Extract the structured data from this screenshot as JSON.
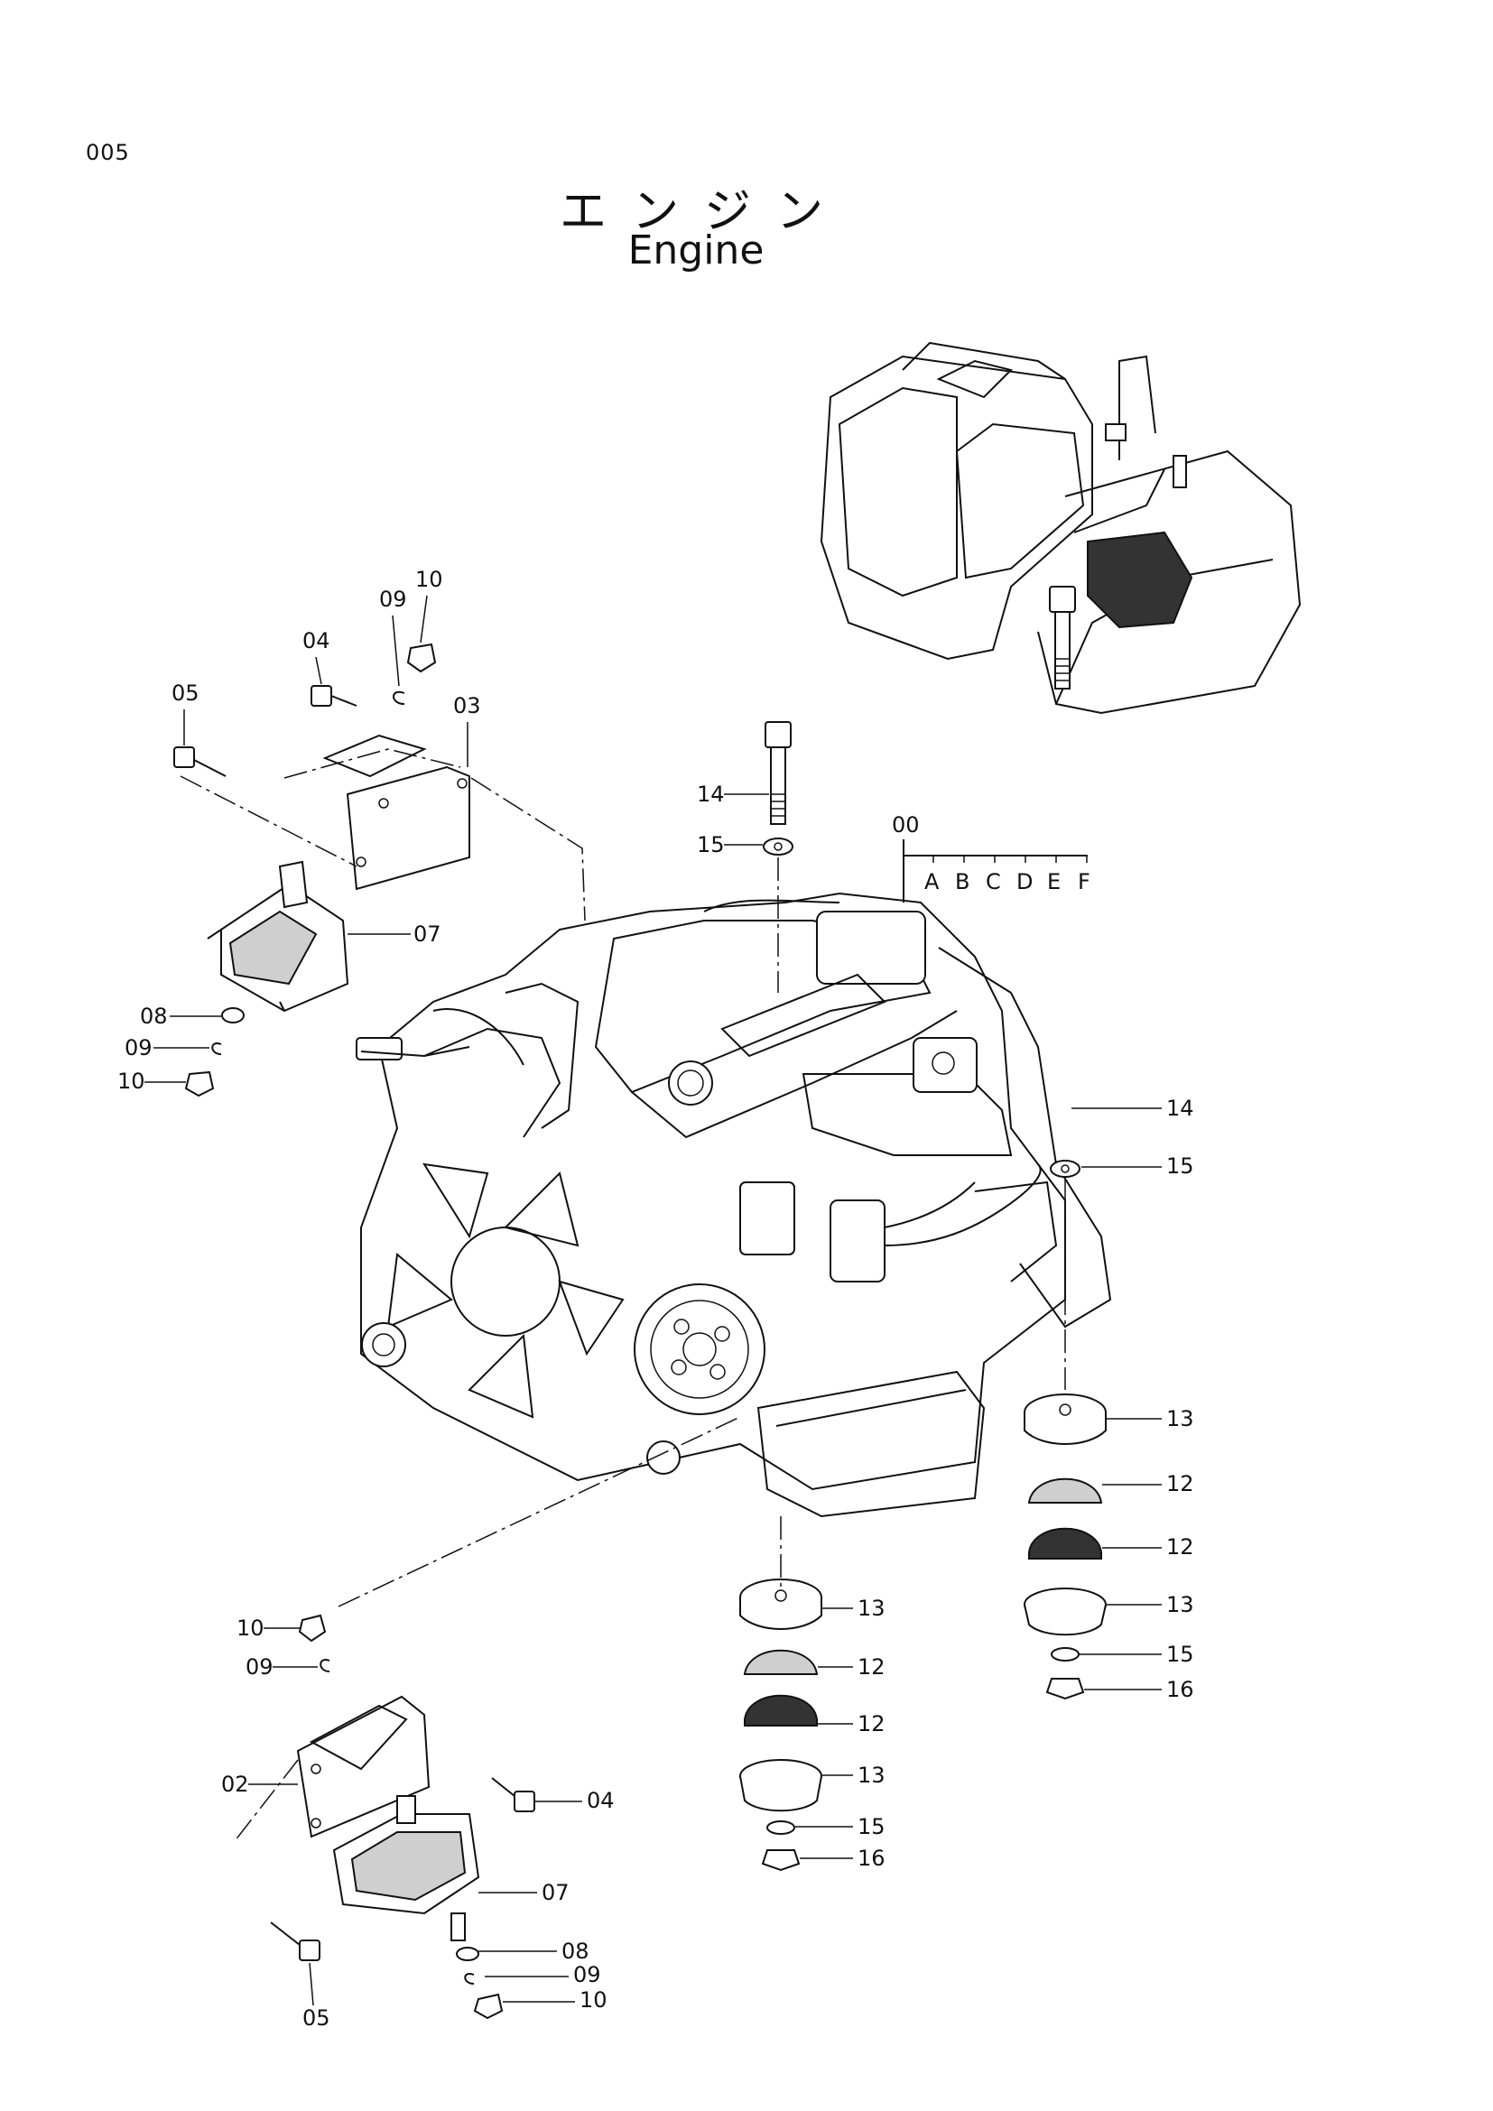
{
  "page_number": "005",
  "title_jp": "エンジン",
  "title_en": "Engine",
  "variant_header": {
    "code": "00",
    "letters": [
      "A",
      "B",
      "C",
      "D",
      "E",
      "F"
    ]
  },
  "callouts": [
    "10",
    "09",
    "04",
    "05",
    "03",
    "07",
    "08",
    "09",
    "10",
    "14",
    "15",
    "14",
    "15",
    "13",
    "12",
    "12",
    "13",
    "15",
    "16",
    "13",
    "12",
    "12",
    "13",
    "15",
    "16",
    "10",
    "09",
    "02",
    "04",
    "07",
    "08",
    "09",
    "10",
    "05"
  ]
}
